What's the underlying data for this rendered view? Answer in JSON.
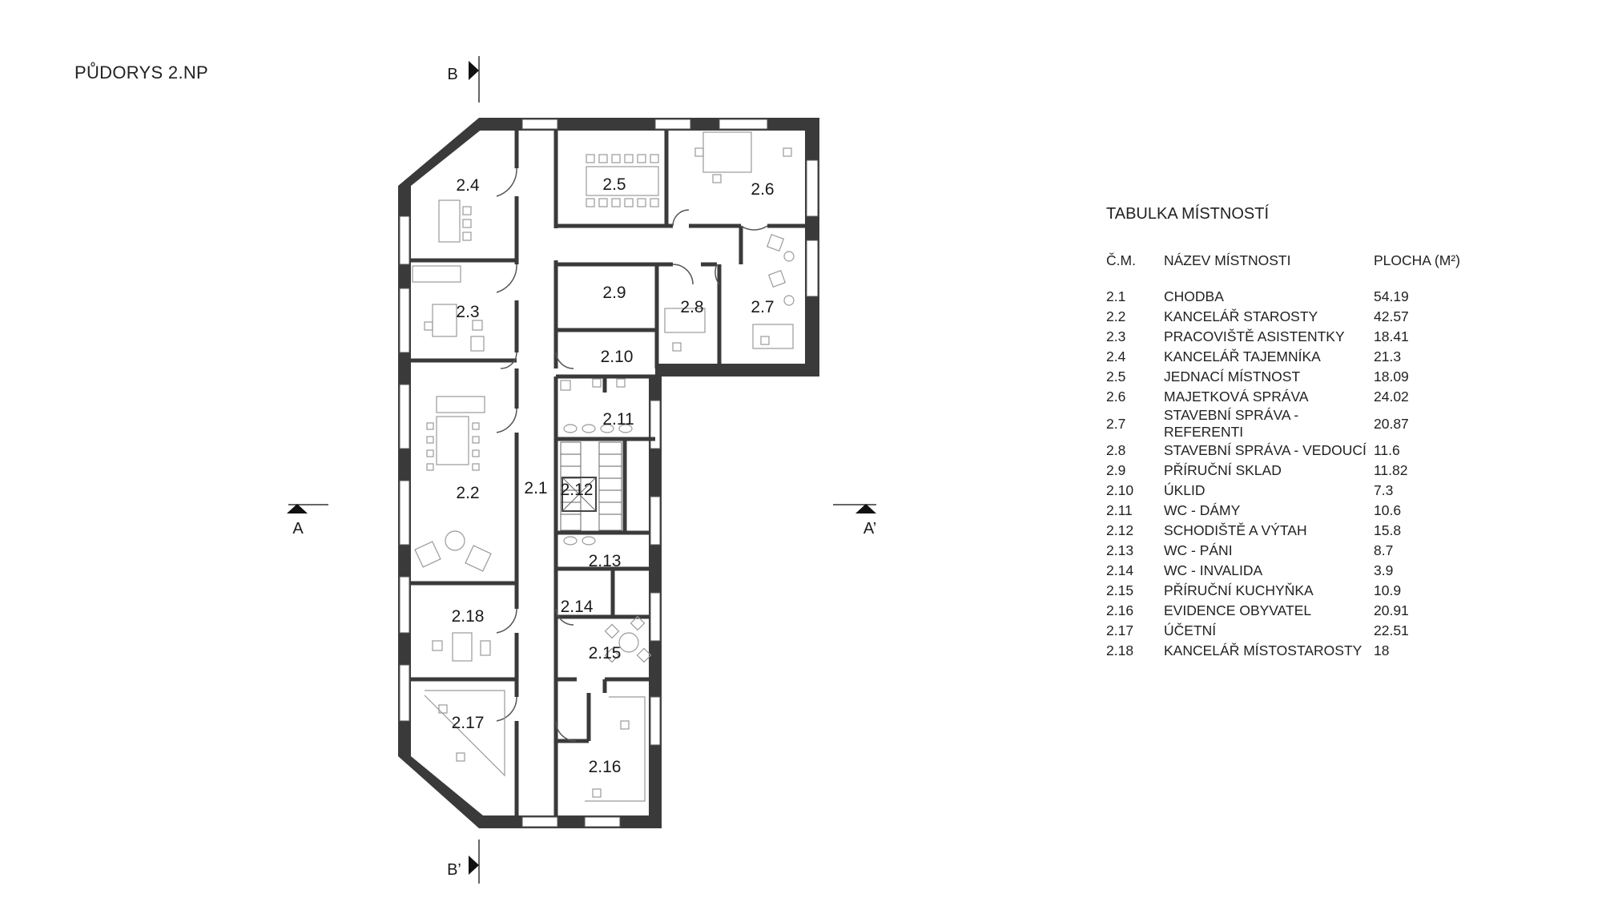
{
  "title": "PŮDORYS 2.NP",
  "section_markers": [
    "B",
    "B’",
    "A",
    "A’"
  ],
  "legend": {
    "title": "TABULKA MÍSTNOSTÍ",
    "headers": [
      "Č.M.",
      "NÁZEV MÍSTNOSTI",
      "PLOCHA (M²)"
    ],
    "rows": [
      {
        "num": "2.1",
        "name": "CHODBA",
        "area": "54.19"
      },
      {
        "num": "2.2",
        "name": "KANCELÁŘ STAROSTY",
        "area": "42.57"
      },
      {
        "num": "2.3",
        "name": "PRACOVIŠTĚ ASISTENTKY",
        "area": "18.41"
      },
      {
        "num": "2.4",
        "name": "KANCELÁŘ TAJEMNÍKA",
        "area": "21.3"
      },
      {
        "num": "2.5",
        "name": "JEDNACÍ MÍSTNOST",
        "area": "18.09"
      },
      {
        "num": "2.6",
        "name": "MAJETKOVÁ SPRÁVA",
        "area": "24.02"
      },
      {
        "num": "2.7",
        "name": "STAVEBNÍ SPRÁVA - REFERENTI",
        "area": "20.87"
      },
      {
        "num": "2.8",
        "name": "STAVEBNÍ SPRÁVA - VEDOUCÍ",
        "area": "11.6"
      },
      {
        "num": "2.9",
        "name": "PŘÍRUČNÍ SKLAD",
        "area": "11.82"
      },
      {
        "num": "2.10",
        "name": "ÚKLID",
        "area": "7.3"
      },
      {
        "num": "2.11",
        "name": "WC - DÁMY",
        "area": "10.6"
      },
      {
        "num": "2.12",
        "name": "SCHODIŠTĚ A VÝTAH",
        "area": "15.8"
      },
      {
        "num": "2.13",
        "name": "WC - PÁNI",
        "area": "8.7"
      },
      {
        "num": "2.14",
        "name": "WC - INVALIDA",
        "area": "3.9"
      },
      {
        "num": "2.15",
        "name": "PŘÍRUČNÍ KUCHYŇKA",
        "area": "10.9"
      },
      {
        "num": "2.16",
        "name": "EVIDENCE OBYVATEL",
        "area": "20.91"
      },
      {
        "num": "2.17",
        "name": "ÚČETNÍ",
        "area": "22.51"
      },
      {
        "num": "2.18",
        "name": "KANCELÁŘ MÍSTOSTAROSTY",
        "area": "18"
      }
    ]
  },
  "room_labels": [
    "2.1",
    "2.2",
    "2.3",
    "2.4",
    "2.5",
    "2.6",
    "2.7",
    "2.8",
    "2.9",
    "2.10",
    "2.11",
    "2.12",
    "2.13",
    "2.14",
    "2.15",
    "2.16",
    "2.17",
    "2.18"
  ],
  "colors": {
    "wall": "#3a3a3a",
    "line": "#555555",
    "furniture": "#9a9a9a"
  }
}
